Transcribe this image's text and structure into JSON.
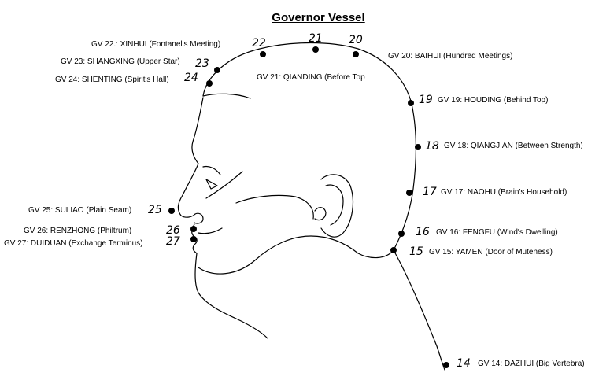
{
  "title": "Governor Vessel",
  "points": [
    {
      "num": "22",
      "label": "GV 22.: XINHUI (Fontanel's Meeting)"
    },
    {
      "num": "21",
      "label": "GV 21: QIANDING (Before Top"
    },
    {
      "num": "20",
      "label": "GV 20: BAIHUI (Hundred Meetings)"
    },
    {
      "num": "23",
      "label": "GV 23: SHANGXING (Upper Star)"
    },
    {
      "num": "24",
      "label": "GV 24: SHENTING (Spirit's Hall)"
    },
    {
      "num": "19",
      "label": "GV 19: HOUDING (Behind Top)"
    },
    {
      "num": "18",
      "label": "GV 18: QIANGJIAN (Between Strength)"
    },
    {
      "num": "17",
      "label": "GV 17: NAOHU (Brain's Household)"
    },
    {
      "num": "25",
      "label": "GV 25: SULIAO (Plain Seam)"
    },
    {
      "num": "26",
      "label": "GV 26: RENZHONG (Philtrum)"
    },
    {
      "num": "27",
      "label": "GV 27: DUIDUAN (Exchange Terminus)"
    },
    {
      "num": "16",
      "label": "GV 16: FENGFU (Wind's Dwelling)"
    },
    {
      "num": "15",
      "label": "GV 15: YAMEN (Door of Muteness)"
    },
    {
      "num": "14",
      "label": "GV 14: DAZHUI (Big Vertebra)"
    }
  ],
  "colors": {
    "ink": "#000000",
    "background": "#ffffff"
  }
}
